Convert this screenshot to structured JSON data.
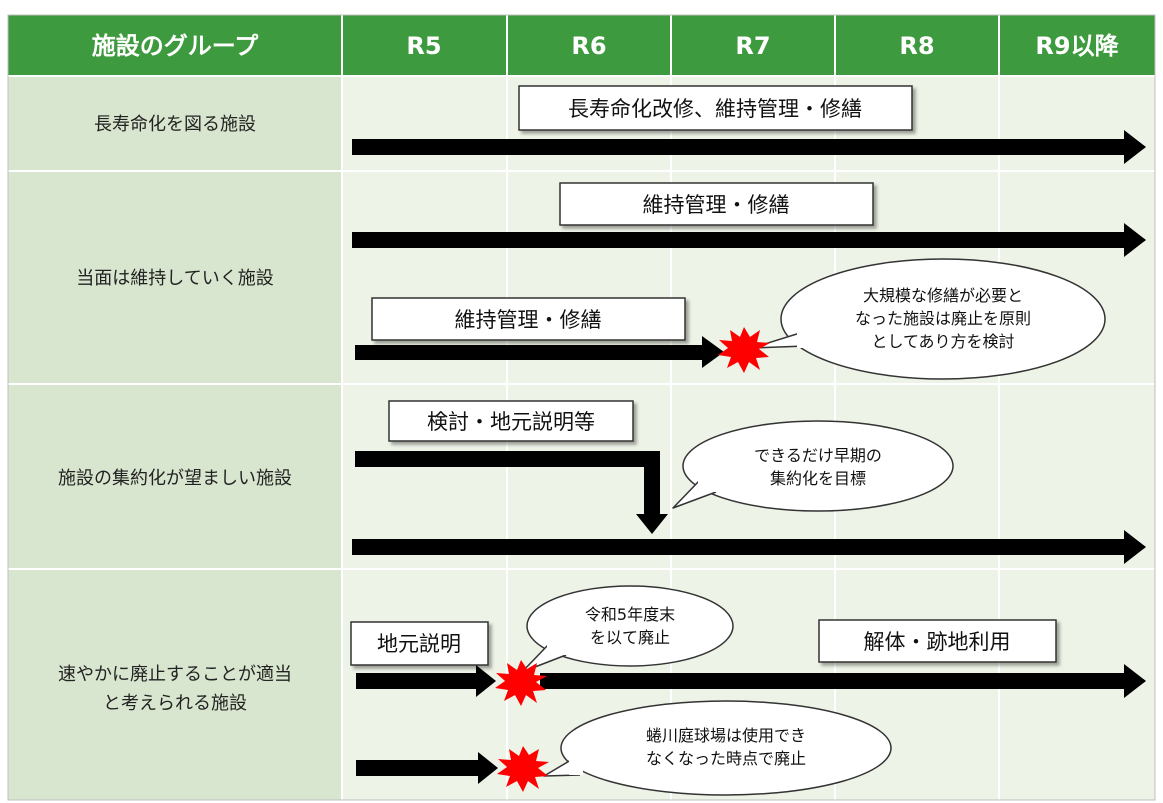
{
  "header": {
    "group_label": "施設のグループ",
    "years": [
      "R5",
      "R6",
      "R7",
      "R8",
      "R9以降"
    ]
  },
  "groups": [
    {
      "lines": [
        "長寿命化を図る施設"
      ]
    },
    {
      "lines": [
        "当面は維持していく施設"
      ]
    },
    {
      "lines": [
        "施設の集約化が望ましい施設"
      ]
    },
    {
      "lines": [
        "速やかに廃止することが適当",
        "と考えられる施設"
      ]
    }
  ],
  "boxes": {
    "long_life": "長寿命化改修、維持管理・修繕",
    "maintain_top": "維持管理・修繕",
    "maintain_bottom": "維持管理・修繕",
    "study": "検討・地元説明等",
    "local_explanation": "地元説明",
    "demolition": "解体・跡地利用"
  },
  "bubbles": {
    "major_repair": [
      "大規模な修繕が必要と",
      "なった施設は廃止を原則",
      "としてあり方を検討"
    ],
    "consolidation": [
      "できるだけ早期の",
      "集約化を目標"
    ],
    "reiwa": [
      "令和5年度末",
      "を以て廃止"
    ],
    "tennis": [
      "蜷川庭球場は使用でき",
      "なくなった時点で廃止"
    ]
  },
  "colors": {
    "header": "#3e9a3e",
    "band_dark": "#d9e6cf",
    "band_light": "#edf3e7",
    "burst": "#ff0000",
    "arrow": "#000000"
  }
}
